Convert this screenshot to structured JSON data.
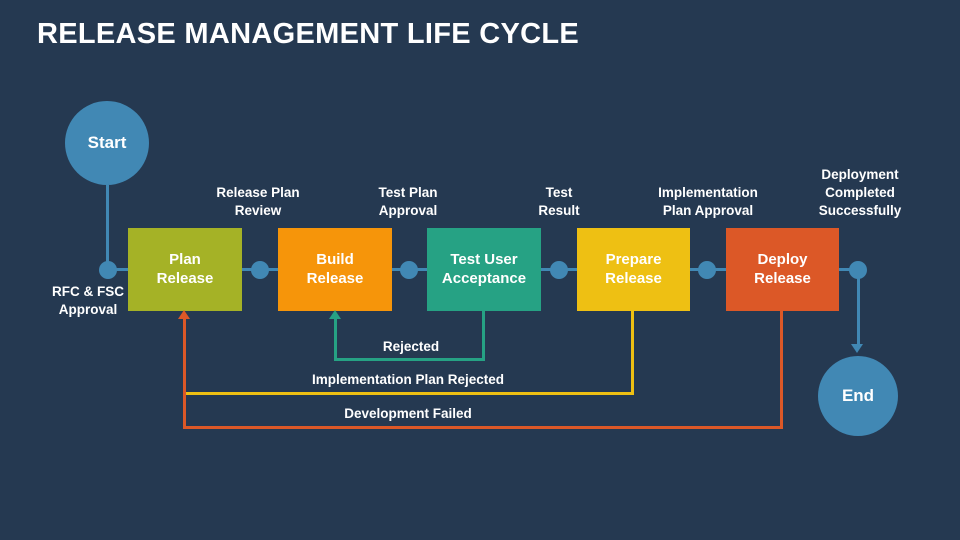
{
  "title": "RELEASE MANAGEMENT LIFE CYCLE",
  "colors": {
    "background": "#253951",
    "connector": "#4188B4",
    "text": "#FFFFFF"
  },
  "terminals": {
    "start": {
      "label": "Start",
      "color": "#4188B4"
    },
    "end": {
      "label": "End",
      "color": "#4188B4"
    }
  },
  "stages": [
    {
      "label": "Plan\nRelease",
      "color": "#A5B226"
    },
    {
      "label": "Build\nRelease",
      "color": "#F6950A"
    },
    {
      "label": "Test User\nAcceptance",
      "color": "#26A284"
    },
    {
      "label": "Prepare\nRelease",
      "color": "#EEC013"
    },
    {
      "label": "Deploy\nRelease",
      "color": "#DC5827"
    }
  ],
  "transitions": [
    {
      "label": "RFC & FSC\nApproval"
    },
    {
      "label": "Release Plan\nReview"
    },
    {
      "label": "Test Plan\nApproval"
    },
    {
      "label": "Test\nResult"
    },
    {
      "label": "Implementation\nPlan Approval"
    },
    {
      "label": "Deployment\nCompleted\nSuccessfully"
    }
  ],
  "feedback": [
    {
      "label": "Rejected",
      "from": "Test User Acceptance",
      "to": "Build Release",
      "color": "#26A284"
    },
    {
      "label": "Implementation Plan Rejected",
      "from": "Prepare Release",
      "to": "Plan Release",
      "color": "#EEC013"
    },
    {
      "label": "Development Failed",
      "from": "Deploy Release",
      "to": "Plan Release",
      "color": "#DC5827"
    }
  ]
}
